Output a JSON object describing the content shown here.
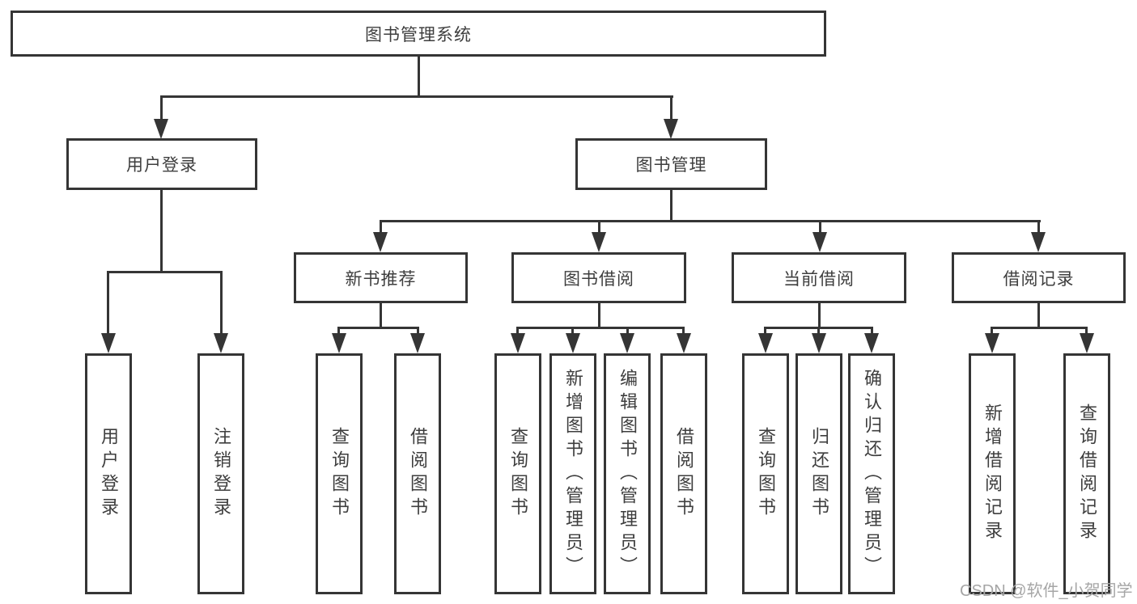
{
  "tree": {
    "root": {
      "label": "图书管理系统"
    },
    "branches": [
      {
        "label": "用户登录",
        "children": [
          {
            "label": "用户登录"
          },
          {
            "label": "注销登录"
          }
        ]
      },
      {
        "label": "图书管理",
        "groups": [
          {
            "label": "新书推荐",
            "children": [
              {
                "label": "查询图书"
              },
              {
                "label": "借阅图书"
              }
            ]
          },
          {
            "label": "图书借阅",
            "children": [
              {
                "label": "查询图书"
              },
              {
                "label": "新增图书（管理员）"
              },
              {
                "label": "编辑图书（管理员）"
              },
              {
                "label": "借阅图书"
              }
            ]
          },
          {
            "label": "当前借阅",
            "children": [
              {
                "label": "查询图书"
              },
              {
                "label": "归还图书"
              },
              {
                "label": "确认归还（管理员）"
              }
            ]
          },
          {
            "label": "借阅记录",
            "children": [
              {
                "label": "新增借阅记录"
              },
              {
                "label": "查询借阅记录"
              }
            ]
          }
        ]
      }
    ]
  },
  "watermark": "CSDN @软件_小贺同学"
}
